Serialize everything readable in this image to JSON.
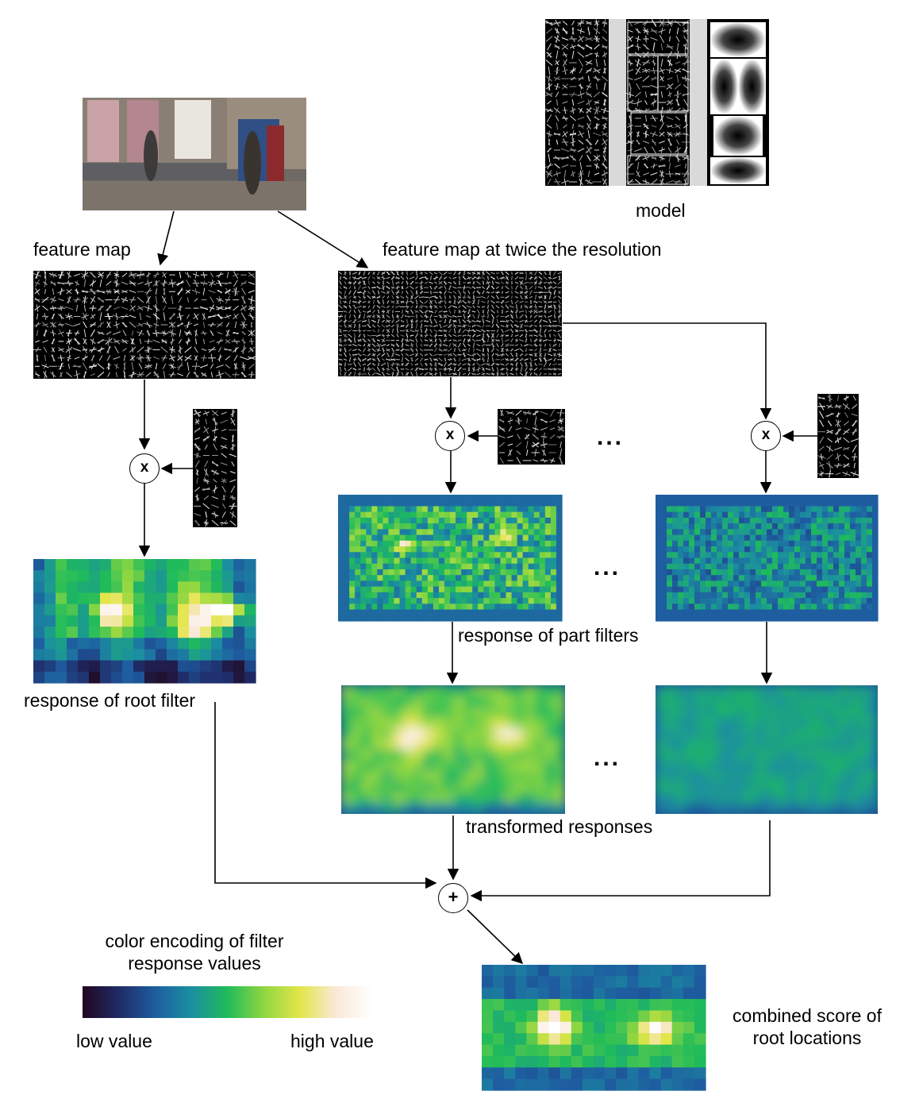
{
  "labels": {
    "model": "model",
    "feature_map": "feature map",
    "feature_map_twice": "feature map at twice the resolution",
    "response_part_filters": "response of part filters",
    "response_root_filter": "response of root filter",
    "transformed_responses": "transformed responses",
    "color_encoding_line1": "color encoding of filter",
    "color_encoding_line2": "response values",
    "low_value": "low value",
    "high_value": "high value",
    "combined_line1": "combined score of",
    "combined_line2": "root locations"
  },
  "operators": {
    "multiply": "x",
    "sum": "+"
  },
  "ellipsis": "...",
  "colormap": [
    "#21081f",
    "#1f2a66",
    "#1e5da0",
    "#1b8fa0",
    "#1fbb5b",
    "#8fd641",
    "#e3e64a",
    "#fae8d8",
    "#ffffff"
  ]
}
